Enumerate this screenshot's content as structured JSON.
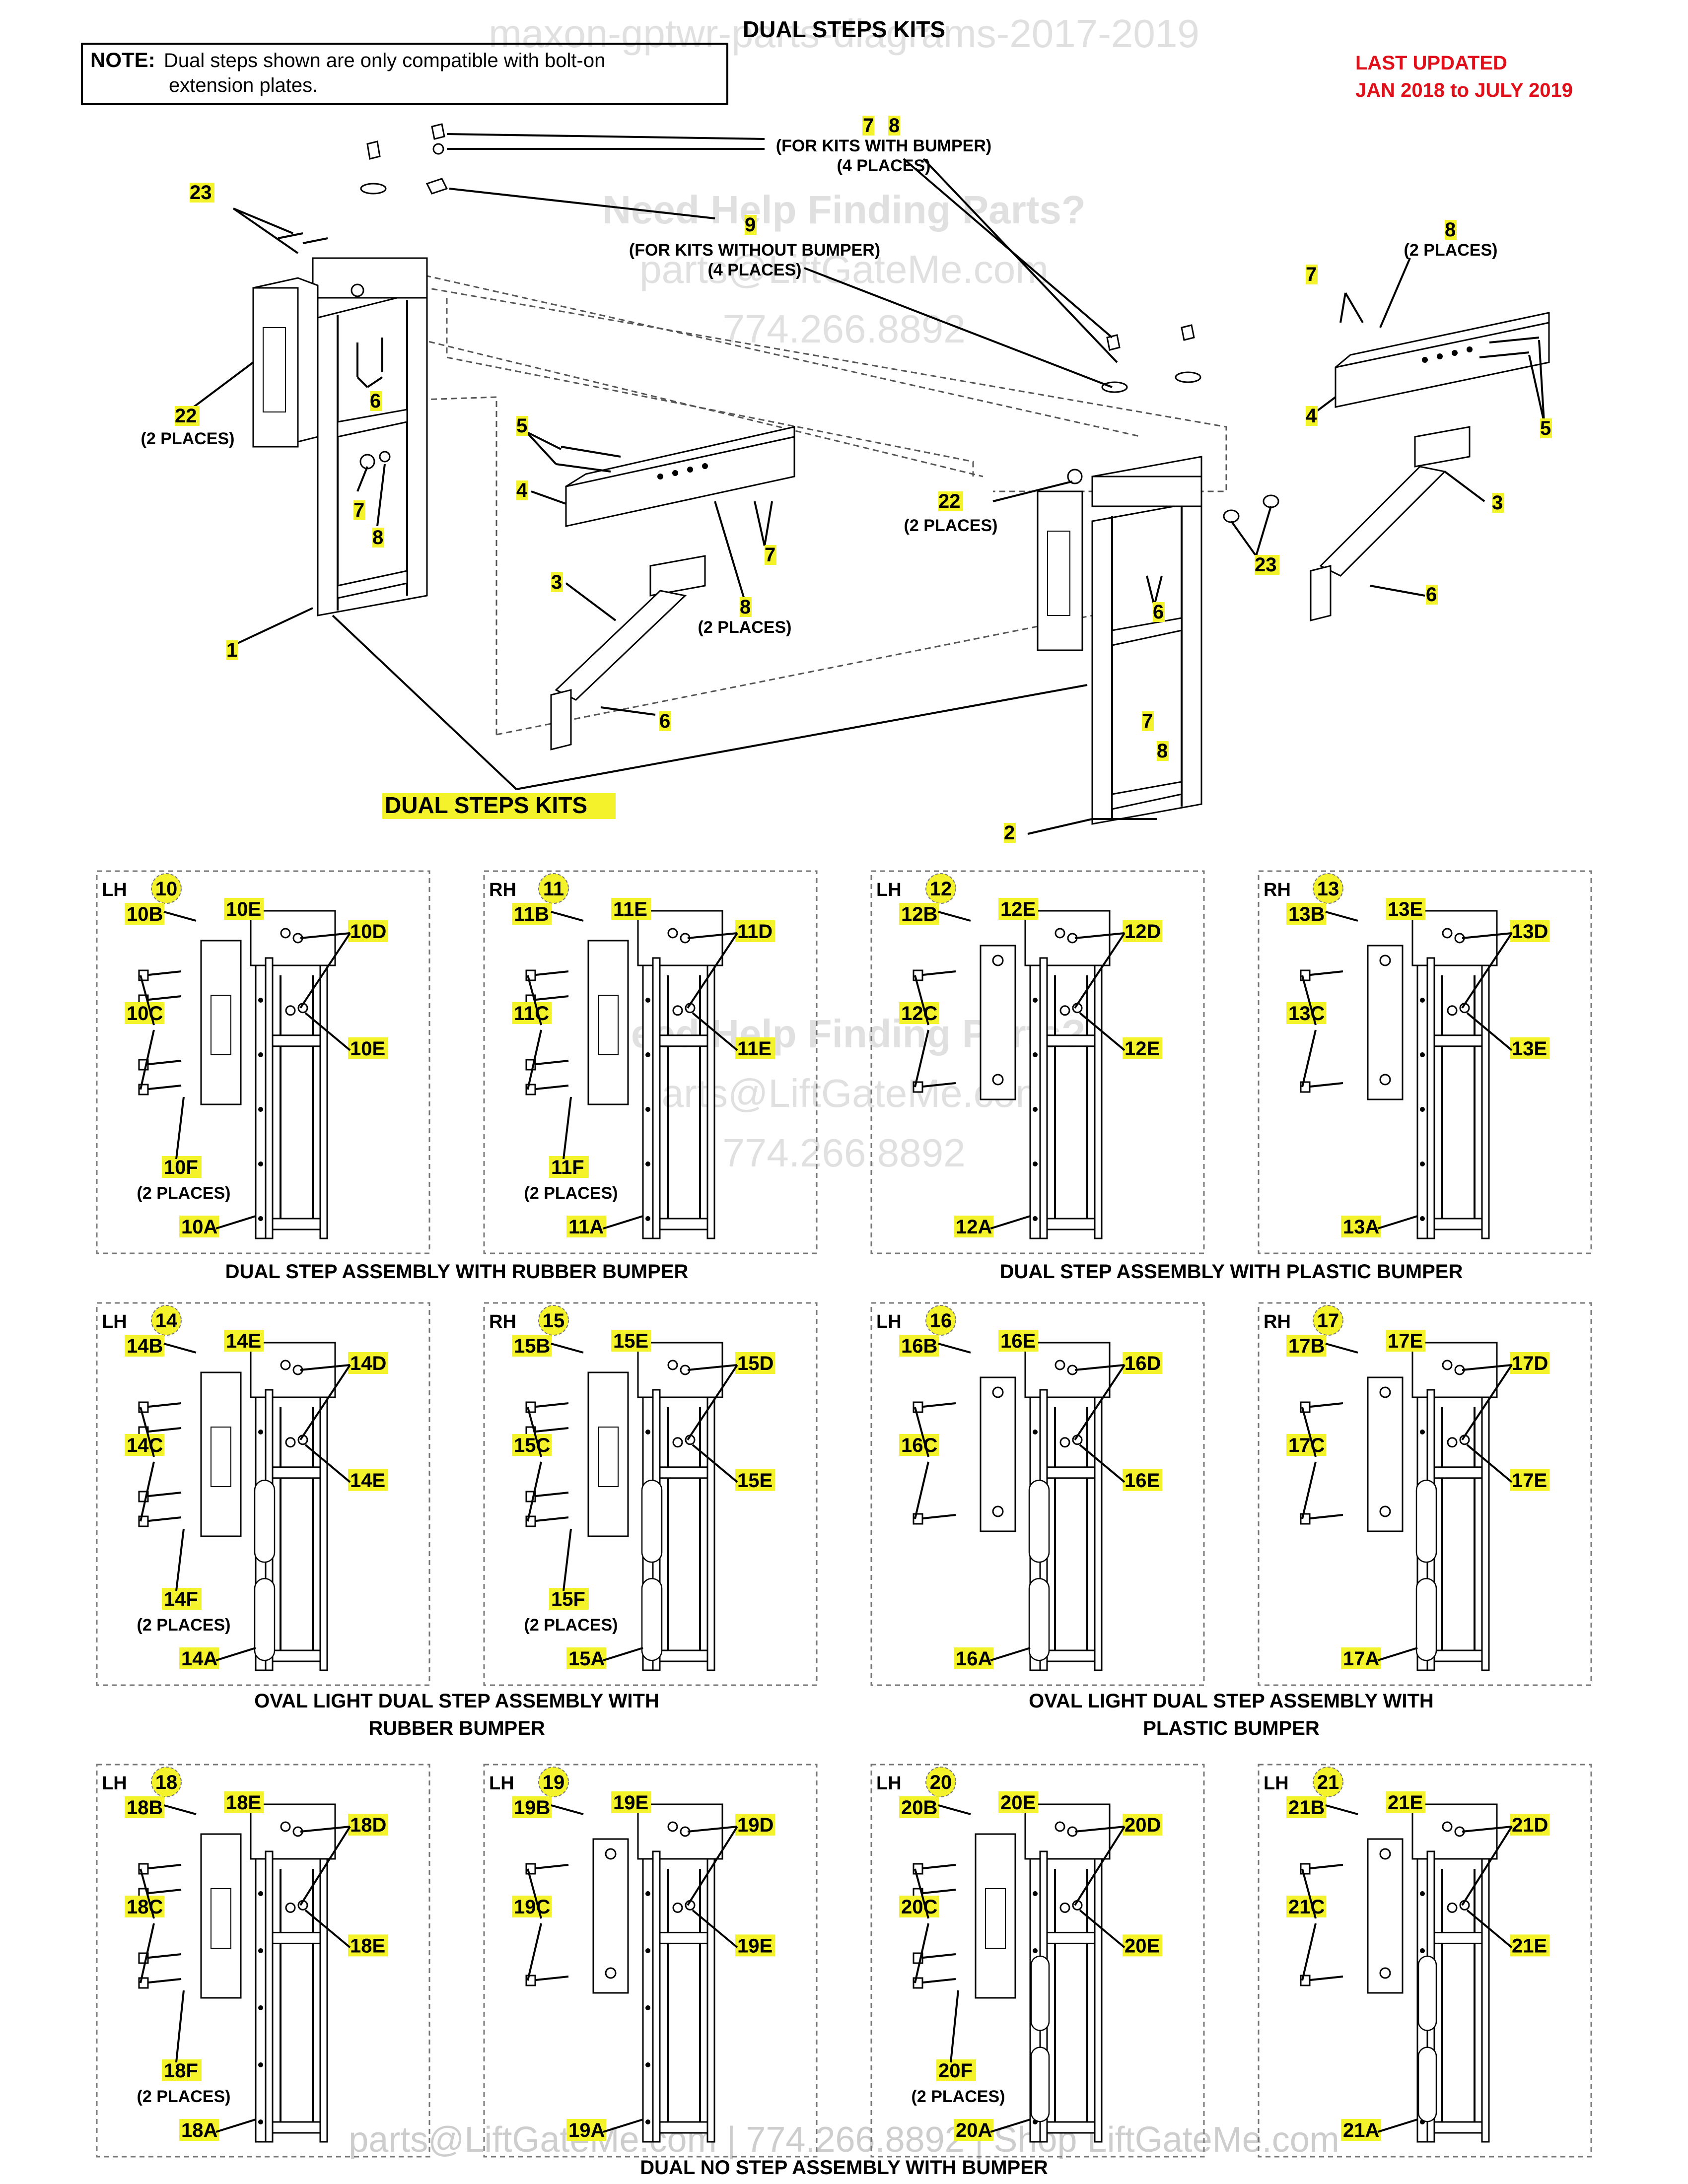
{
  "page": {
    "title": "DUAL STEPS KITS",
    "note_label": "NOTE:",
    "note_line1": "Dual steps shown are only compatible with bolt-on",
    "note_line2": "extension plates.",
    "updated_line1": "LAST UPDATED",
    "updated_line2": "JAN 2018 to JULY 2019",
    "accent_red": "#e0101a",
    "callout_yellow": "#f4f22a",
    "kit_label": "DUAL STEPS KITS"
  },
  "watermark": {
    "top": "maxon-gptwr-parts-diagrams-2017-2019",
    "help": "Need Help Finding Parts?",
    "email": "parts@LiftGateMe.com",
    "phone": "774.266.8892",
    "footer": "parts@LiftGateMe.com | 774.266.8892 | Shop LiftGateMe.com"
  },
  "exploded": {
    "c_7": "7",
    "c_8": "8",
    "with_bumper": "(FOR KITS WITH BUMPER)",
    "four_places": "(4 PLACES)",
    "c_9": "9",
    "without_bumper": "(FOR KITS WITHOUT BUMPER)",
    "four_places_b": "(4 PLACES)",
    "c_23a": "23",
    "c_23b": "23",
    "c_22a": "22",
    "c_22b": "22",
    "two_places": "(2 PLACES)",
    "c_6": "6",
    "c_5": "5",
    "c_4": "4",
    "c_3": "3",
    "c_1": "1",
    "c_2": "2"
  },
  "sections": {
    "rubber": "DUAL STEP ASSEMBLY WITH RUBBER BUMPER",
    "plastic": "DUAL STEP ASSEMBLY WITH PLASTIC BUMPER",
    "oval_rubber_1": "OVAL LIGHT DUAL STEP ASSEMBLY WITH",
    "oval_rubber_2": "RUBBER BUMPER",
    "oval_plastic_1": "OVAL LIGHT DUAL STEP ASSEMBLY WITH",
    "oval_plastic_2": "PLASTIC BUMPER",
    "nostep": "DUAL NO STEP ASSEMBLY WITH BUMPER"
  },
  "panels": [
    {
      "side": "LH",
      "num": "10",
      "A": "10A",
      "B": "10B",
      "C": "10C",
      "D": "10D",
      "E": "10E",
      "F": "10F",
      "places": "(2 PLACES)",
      "type": "rubber"
    },
    {
      "side": "RH",
      "num": "11",
      "A": "11A",
      "B": "11B",
      "C": "11C",
      "D": "11D",
      "E": "11E",
      "F": "11F",
      "places": "(2 PLACES)",
      "type": "rubber"
    },
    {
      "side": "LH",
      "num": "12",
      "A": "12A",
      "B": "12B",
      "C": "12C",
      "D": "12D",
      "E": "12E",
      "F": "",
      "places": "",
      "type": "plastic"
    },
    {
      "side": "RH",
      "num": "13",
      "A": "13A",
      "B": "13B",
      "C": "13C",
      "D": "13D",
      "E": "13E",
      "F": "",
      "places": "",
      "type": "plastic"
    },
    {
      "side": "LH",
      "num": "14",
      "A": "14A",
      "B": "14B",
      "C": "14C",
      "D": "14D",
      "E": "14E",
      "F": "14F",
      "places": "(2 PLACES)",
      "type": "rubber"
    },
    {
      "side": "RH",
      "num": "15",
      "A": "15A",
      "B": "15B",
      "C": "15C",
      "D": "15D",
      "E": "15E",
      "F": "15F",
      "places": "(2 PLACES)",
      "type": "rubber"
    },
    {
      "side": "LH",
      "num": "16",
      "A": "16A",
      "B": "16B",
      "C": "16C",
      "D": "16D",
      "E": "16E",
      "F": "",
      "places": "",
      "type": "plastic"
    },
    {
      "side": "RH",
      "num": "17",
      "A": "17A",
      "B": "17B",
      "C": "17C",
      "D": "17D",
      "E": "17E",
      "F": "",
      "places": "",
      "type": "plastic"
    },
    {
      "side": "LH",
      "num": "18",
      "A": "18A",
      "B": "18B",
      "C": "18C",
      "D": "18D",
      "E": "18E",
      "F": "18F",
      "places": "(2 PLACES)",
      "type": "rubber"
    },
    {
      "side": "LH",
      "num": "19",
      "A": "19A",
      "B": "19B",
      "C": "19C",
      "D": "19D",
      "E": "19E",
      "F": "",
      "places": "",
      "type": "plastic"
    },
    {
      "side": "LH",
      "num": "20",
      "A": "20A",
      "B": "20B",
      "C": "20C",
      "D": "20D",
      "E": "20E",
      "F": "20F",
      "places": "(2 PLACES)",
      "type": "rubber"
    },
    {
      "side": "LH",
      "num": "21",
      "A": "21A",
      "B": "21B",
      "C": "21C",
      "D": "21D",
      "E": "21E",
      "F": "",
      "places": "",
      "type": "plastic"
    }
  ]
}
